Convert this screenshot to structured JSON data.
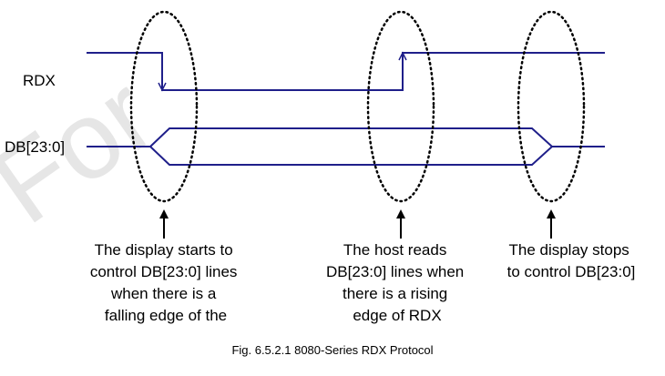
{
  "watermark": {
    "text_top": "For",
    "text_bottom": "For"
  },
  "signals": {
    "rdx_label": "RDX",
    "db_label": "DB[23:0]"
  },
  "annotations": [
    {
      "lines": [
        "The display starts to",
        "control DB[23:0] lines",
        "when there is a",
        "falling edge of the"
      ]
    },
    {
      "lines": [
        "The host reads",
        "DB[23:0] lines when",
        "there is a rising",
        "edge of RDX"
      ]
    },
    {
      "lines": [
        "The display stops",
        "to control DB[23:0]"
      ]
    }
  ],
  "caption": "Fig. 6.5.2.1 8080-Series RDX Protocol",
  "colors": {
    "signal": "#1f1f8a",
    "text": "#000000",
    "watermark": "#e6e6e6"
  }
}
